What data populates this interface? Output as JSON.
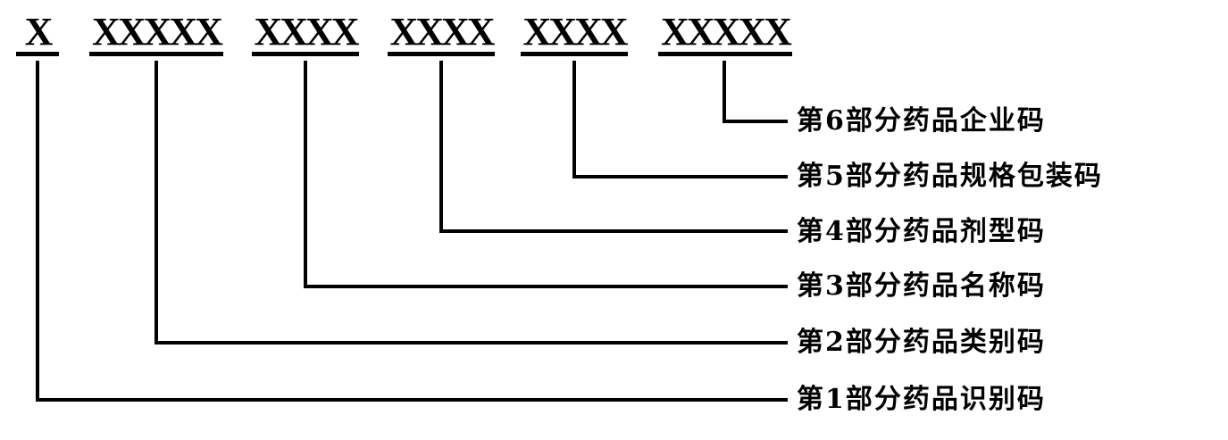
{
  "diagram": {
    "description_labels": [],
    "groups": [
      {
        "code": "X",
        "label": "第1部分药品识别码"
      },
      {
        "code": "XXXXX",
        "label": "第2部分药品类别码"
      },
      {
        "code": "XXXX",
        "label": "第3部分药品名称码"
      },
      {
        "code": "XXXX",
        "label": "第4部分药品剂型码"
      },
      {
        "code": "XXXX",
        "label": "第5部分药品规格包装码"
      },
      {
        "code": "XXXXX",
        "label": "第6部分药品企业码"
      }
    ],
    "colors": {
      "line": "#000000",
      "text": "#000000",
      "background": "#ffffff"
    }
  }
}
